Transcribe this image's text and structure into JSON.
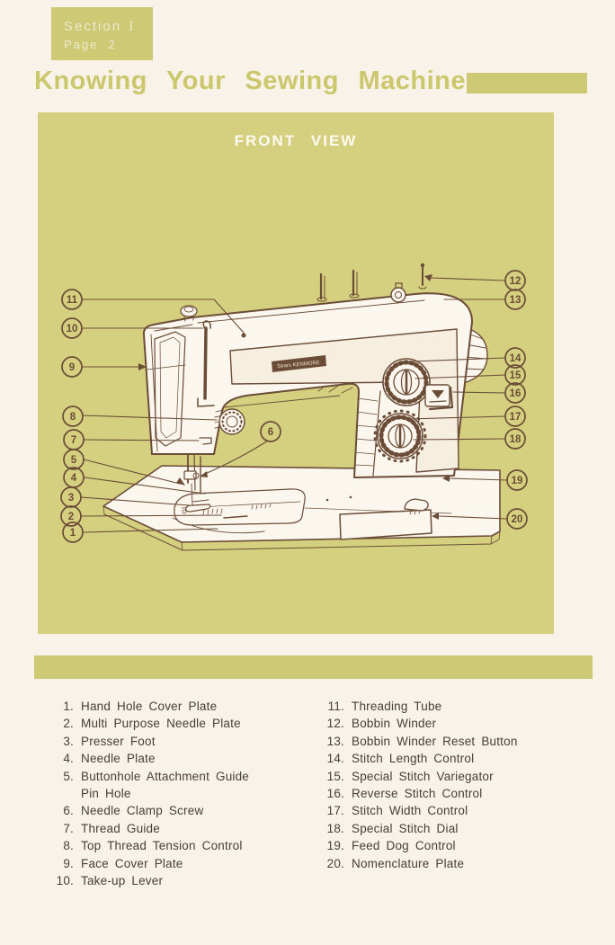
{
  "page": {
    "section_label": "Section",
    "section_numeral": "I",
    "page_label": "Page",
    "page_number": "2",
    "title": "Knowing Your Sewing Machine"
  },
  "diagram": {
    "caption": "FRONT VIEW",
    "badge_text": "Sears KENMORE"
  },
  "legend": {
    "left": [
      {
        "num": "1",
        "label": "Hand Hole Cover Plate"
      },
      {
        "num": "2",
        "label": "Multi Purpose Needle Plate"
      },
      {
        "num": "3",
        "label": "Presser Foot"
      },
      {
        "num": "4",
        "label": "Needle Plate"
      },
      {
        "num": "5",
        "label": "Buttonhole Attachment Guide Pin Hole"
      },
      {
        "num": "6",
        "label": "Needle Clamp Screw"
      },
      {
        "num": "7",
        "label": "Thread Guide"
      },
      {
        "num": "8",
        "label": "Top Thread Tension Control"
      },
      {
        "num": "9",
        "label": "Face Cover Plate"
      },
      {
        "num": "10",
        "label": "Take-up Lever"
      }
    ],
    "right": [
      {
        "num": "11",
        "label": "Threading Tube"
      },
      {
        "num": "12",
        "label": "Bobbin Winder"
      },
      {
        "num": "13",
        "label": "Bobbin Winder Reset Button"
      },
      {
        "num": "14",
        "label": "Stitch Length Control"
      },
      {
        "num": "15",
        "label": "Special Stitch Variegator"
      },
      {
        "num": "16",
        "label": "Reverse Stitch Control"
      },
      {
        "num": "17",
        "label": "Stitch Width Control"
      },
      {
        "num": "18",
        "label": "Special Stitch Dial"
      },
      {
        "num": "19",
        "label": "Feed Dog Control"
      },
      {
        "num": "20",
        "label": "Nomenclature Plate"
      }
    ]
  },
  "colors": {
    "olive_panel": "#d4d07f",
    "olive_accent": "#cdc974",
    "title_text": "#cbc76c",
    "ink": "#6b4c37",
    "legend_text": "#45403b",
    "paper": "#f8f2e8",
    "machine_body": "#fcf7ee",
    "caption_text": "#fdfaf2",
    "box_text": "#eeead0"
  }
}
